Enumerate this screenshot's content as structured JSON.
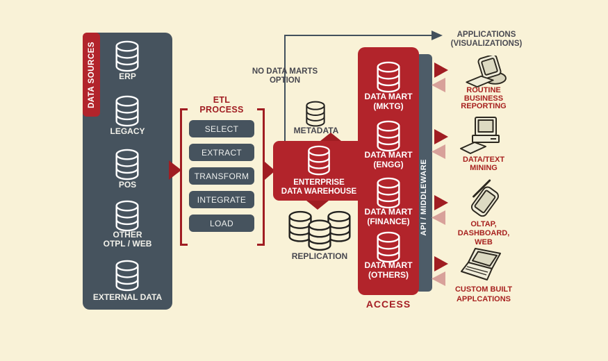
{
  "colors": {
    "background": "#f9f2d7",
    "slate": "#46535e",
    "red": "#b2242b",
    "dark_red": "#a01d22",
    "pink_arrow": "#d8a19a",
    "gray_text": "#47474f",
    "white_text": "#ffffff"
  },
  "data_sources": {
    "tab_label": "DATA SOURCES",
    "items": [
      "ERP",
      "LEGACY",
      "POS",
      "OTHER\nOTPL / WEB",
      "EXTERNAL DATA"
    ]
  },
  "etl": {
    "title": "ETL\nPROCESS",
    "steps": [
      "SELECT",
      "EXTRACT",
      "TRANSFORM",
      "INTEGRATE",
      "LOAD"
    ]
  },
  "warehouse": {
    "no_data_marts_note": "NO DATA MARTS\nOPTION",
    "metadata_label": "METADATA",
    "edw_label": "ENTERPRISE\nDATA WAREHOUSE",
    "replication_label": "REPLICATION"
  },
  "data_marts": {
    "items": [
      "DATA MART\n(MKTG)",
      "DATA MART\n(ENGG)",
      "DATA MART\n(FINANCE)",
      "DATA MART\n(OTHERS)"
    ],
    "access_label": "ACCESS",
    "middleware_label": "API / MIDDLEWARE"
  },
  "applications": {
    "heading": "APPLICATIONS\n(VISUALIZATIONS)",
    "items": [
      {
        "icon": "workstation-icon",
        "label": "ROUTINE\nBUSINESS\nREPORTING"
      },
      {
        "icon": "desktop-computer-icon",
        "label": "DATA/TEXT\nMINING"
      },
      {
        "icon": "pda-icon",
        "label": "OLTAP,\nDASHBOARD,\nWEB"
      },
      {
        "icon": "laptop-icon",
        "label": "CUSTOM BUILT\nAPPLCATIONS"
      }
    ]
  }
}
